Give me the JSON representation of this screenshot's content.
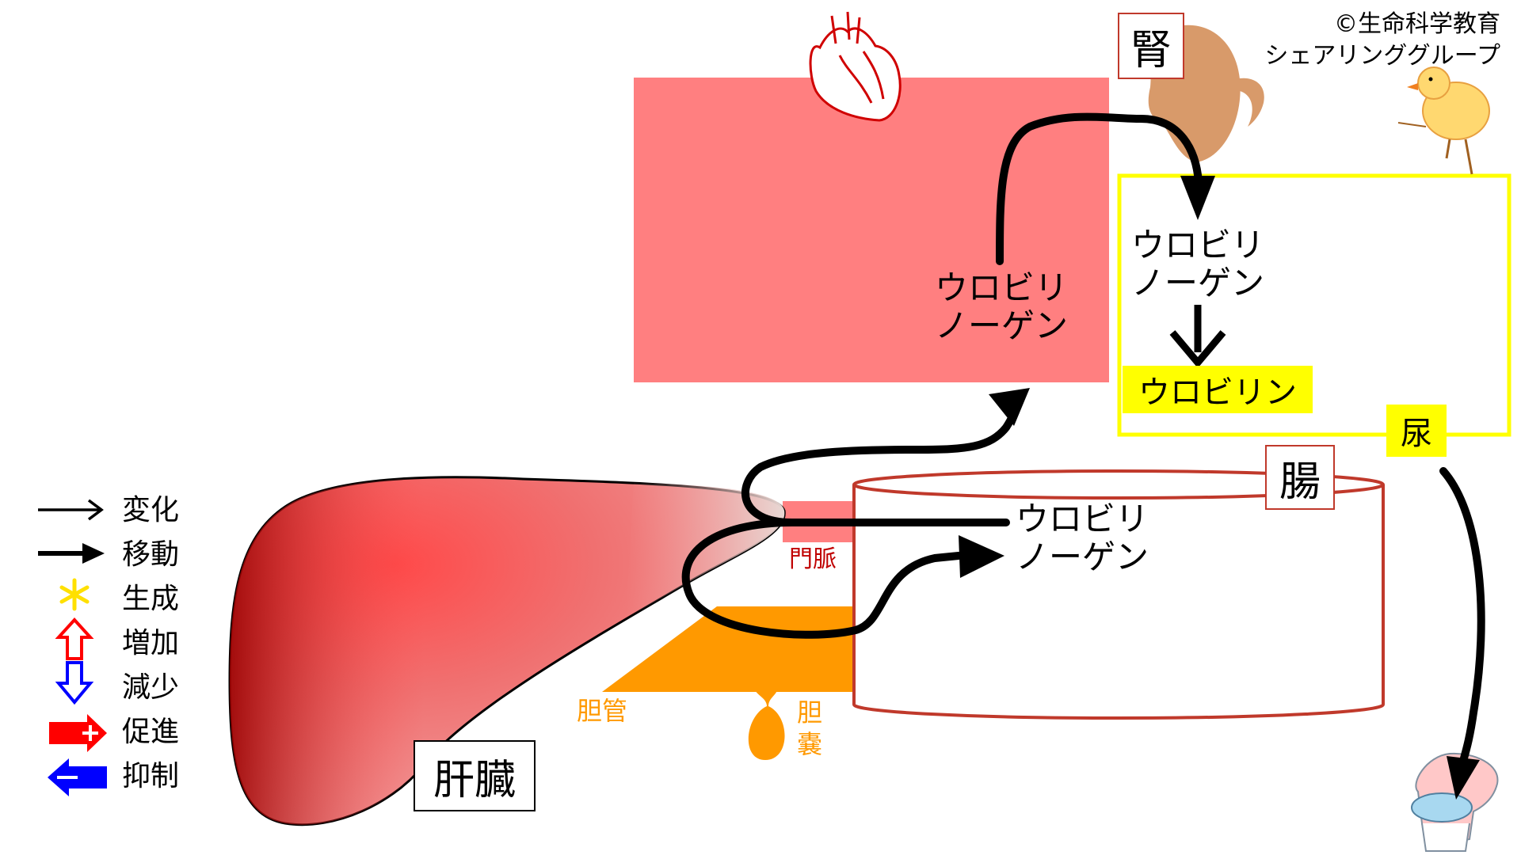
{
  "copyright": {
    "line1": "©生命科学教育",
    "line2": "シェアリンググループ"
  },
  "organs": {
    "kidney": "腎",
    "intestine": "腸",
    "liver": "肝臓",
    "urine": "尿",
    "portal_vein": "門脈",
    "bile_duct": "胆管",
    "gallbladder_1": "胆",
    "gallbladder_2": "嚢"
  },
  "compounds": {
    "blood_urobilinogen_1": "ウロビリ",
    "blood_urobilinogen_2": "ノーゲン",
    "urine_urobilinogen_1": "ウロビリ",
    "urine_urobilinogen_2": "ノーゲン",
    "urobilin": "ウロビリン",
    "intestine_urobilinogen_1": "ウロビリ",
    "intestine_urobilinogen_2": "ノーゲン"
  },
  "legend": [
    {
      "icon": "thin-arrow-icon",
      "label": "変化"
    },
    {
      "icon": "thick-arrow-icon",
      "label": "移動"
    },
    {
      "icon": "asterisk-icon",
      "label": "生成"
    },
    {
      "icon": "up-arrow-icon",
      "label": "増加"
    },
    {
      "icon": "down-arrow-icon",
      "label": "減少"
    },
    {
      "icon": "promote-arrow-icon",
      "label": "促進"
    },
    {
      "icon": "inhibit-arrow-icon",
      "label": "抑制"
    }
  ],
  "colors": {
    "blood": "#ff7f80",
    "urine_border": "#ffff00",
    "urobilin_bg": "#ffff00",
    "intestine": "#c0392b",
    "bile": "#ff9900",
    "portal_text": "#c00000",
    "liver_dark": "#b01010"
  }
}
